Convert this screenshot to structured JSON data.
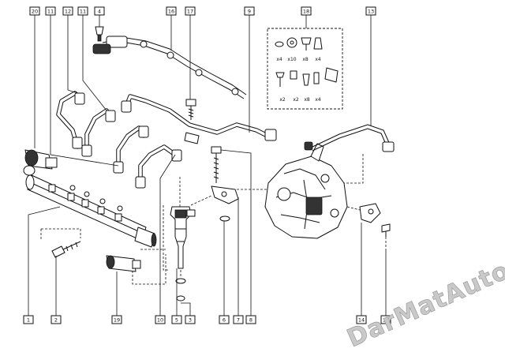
{
  "callouts": [
    {
      "id": "c1",
      "text": "1"
    },
    {
      "id": "c2",
      "text": "2"
    },
    {
      "id": "c3",
      "text": "3"
    },
    {
      "id": "c4",
      "text": "4"
    },
    {
      "id": "c5",
      "text": "5"
    },
    {
      "id": "c6",
      "text": "6"
    },
    {
      "id": "c7",
      "text": "7"
    },
    {
      "id": "c8",
      "text": "8"
    },
    {
      "id": "c9",
      "text": "9"
    },
    {
      "id": "c10",
      "text": "10"
    },
    {
      "id": "c11a",
      "text": "11"
    },
    {
      "id": "c11b",
      "text": "11"
    },
    {
      "id": "c12",
      "text": "12"
    },
    {
      "id": "c13",
      "text": "13"
    },
    {
      "id": "c14",
      "text": "14"
    },
    {
      "id": "c15",
      "text": "15"
    },
    {
      "id": "c16",
      "text": "16"
    },
    {
      "id": "c17",
      "text": "17"
    },
    {
      "id": "c18",
      "text": "18"
    },
    {
      "id": "c19",
      "text": "19"
    },
    {
      "id": "c20",
      "text": "20"
    }
  ],
  "kit_counts": [
    {
      "id": "k1",
      "text": "x4"
    },
    {
      "id": "k2",
      "text": "x10"
    },
    {
      "id": "k3",
      "text": "x8"
    },
    {
      "id": "k4",
      "text": "x4"
    },
    {
      "id": "k5",
      "text": "x2"
    },
    {
      "id": "k6",
      "text": "x2"
    },
    {
      "id": "k7",
      "text": "x8"
    },
    {
      "id": "k8",
      "text": "x4"
    }
  ],
  "watermark": "DarMatAuto"
}
